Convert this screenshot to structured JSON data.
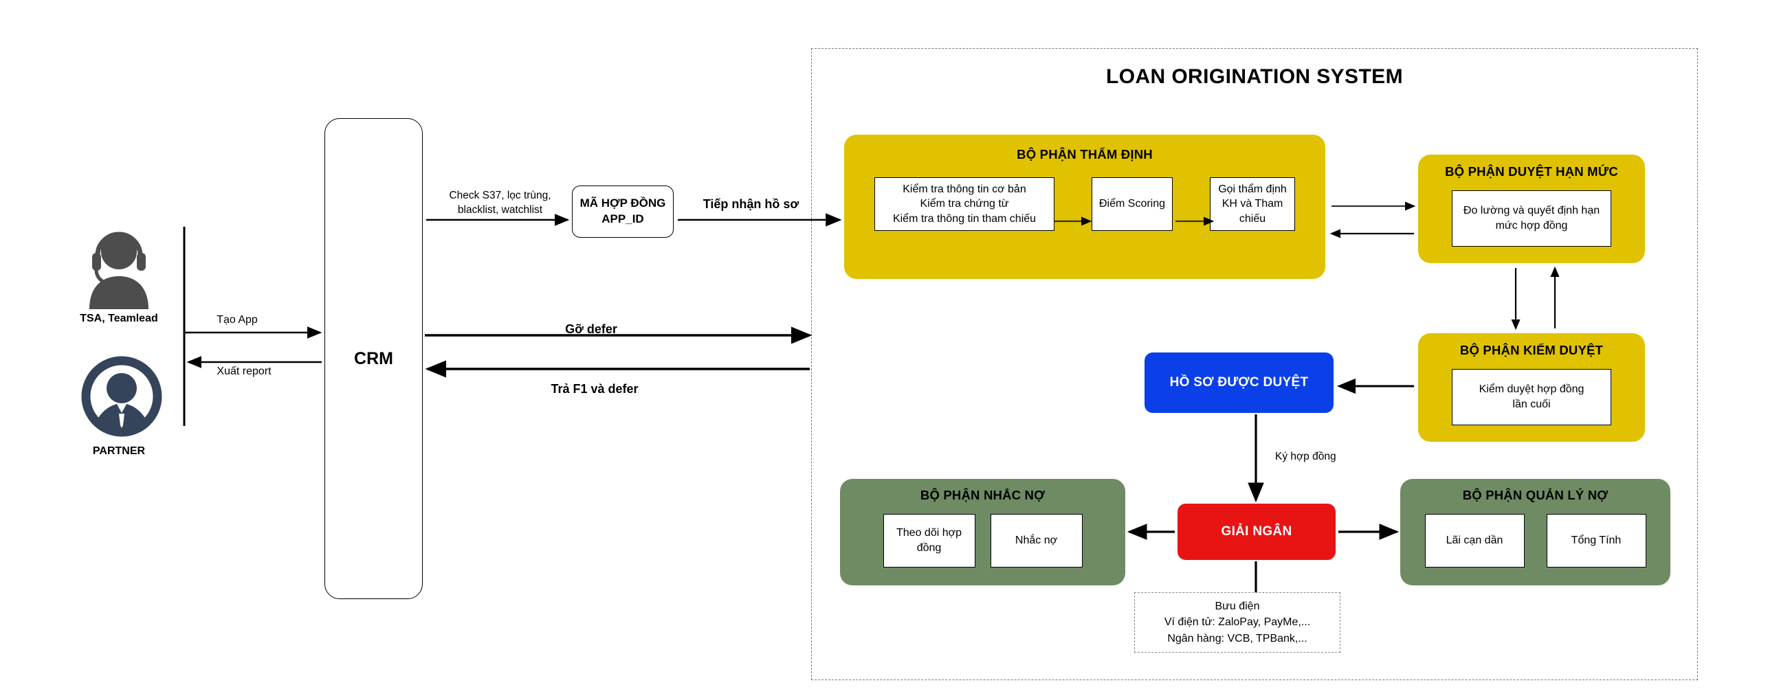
{
  "diagram": {
    "container_title": "LOAN ORIGINATION SYSTEM",
    "actors": [
      {
        "id": "tsa",
        "label": "TSA, Teamlead",
        "icon": "headset-agent-icon"
      },
      {
        "id": "partner",
        "label": "PARTNER",
        "icon": "person-circle-icon"
      }
    ],
    "crm": {
      "label": "CRM"
    },
    "app_id_box": {
      "line1": "MÃ HỢP ĐỒNG",
      "line2": "APP_ID"
    },
    "edges": {
      "tao_app": "Tạo App",
      "xuat_report": "Xuất report",
      "check_s37": "Check S37, lọc trùng,\nblacklist, watchlist",
      "check_s37_l1": "Check S37, lọc trùng,",
      "check_s37_l2": "blacklist, watchlist",
      "tiep_nhan_ho_so": "Tiếp nhận hồ sơ",
      "go_defer": "Gỡ defer",
      "tra_f1_va_defer": "Trả F1 và defer",
      "ky_hop_dong": "Ký hợp đồng"
    },
    "departments": {
      "tham_dinh": {
        "title": "BỘ PHẬN THẨM ĐỊNH",
        "color": "#E0C200",
        "steps": [
          {
            "lines": [
              "Kiểm tra thông tin cơ bản",
              "Kiểm tra chứng từ",
              "Kiểm tra thông tin tham chiếu"
            ]
          },
          {
            "lines": [
              "Điểm Scoring"
            ]
          },
          {
            "lines": [
              "Gọi thẩm định",
              "KH và Tham",
              "chiếu"
            ]
          }
        ]
      },
      "duyet_han_muc": {
        "title": "BỘ PHẬN DUYỆT HẠN MỨC",
        "color": "#E0C200",
        "steps": [
          {
            "lines": [
              "Đo lường và quyết định hạn",
              "mức hợp đồng"
            ]
          }
        ]
      },
      "kiem_duyet": {
        "title": "BỘ PHẬN KIỂM DUYỆT",
        "color": "#E0C200",
        "steps": [
          {
            "lines": [
              "Kiểm duyệt hợp đồng",
              "lần cuối"
            ]
          }
        ]
      },
      "nhac_no": {
        "title": "BỘ PHẬN NHẮC NỢ",
        "color": "#6F8B64",
        "steps": [
          {
            "lines": [
              "Theo dõi hợp",
              "đồng"
            ]
          },
          {
            "lines": [
              "Nhắc nợ"
            ]
          }
        ]
      },
      "quan_ly_no": {
        "title": "BỘ PHẬN QUẢN LÝ NỢ",
        "color": "#6F8B64",
        "steps": [
          {
            "lines": [
              "Lãi cạn dần"
            ]
          },
          {
            "lines": [
              "Tổng Tính"
            ]
          }
        ]
      }
    },
    "status_nodes": {
      "ho_so_duoc_duyet": {
        "label": "HỒ SƠ ĐƯỢC DUYỆT",
        "color": "#0B3FE8"
      },
      "giai_ngan": {
        "label": "GIẢI NGÂN",
        "color": "#E81313"
      }
    },
    "disbursement_channels": {
      "line1": "Bưu điện",
      "line2": "Ví điện tử: ZaloPay, PayMe,...",
      "line3": "Ngân hàng: VCB, TPBank,..."
    }
  }
}
